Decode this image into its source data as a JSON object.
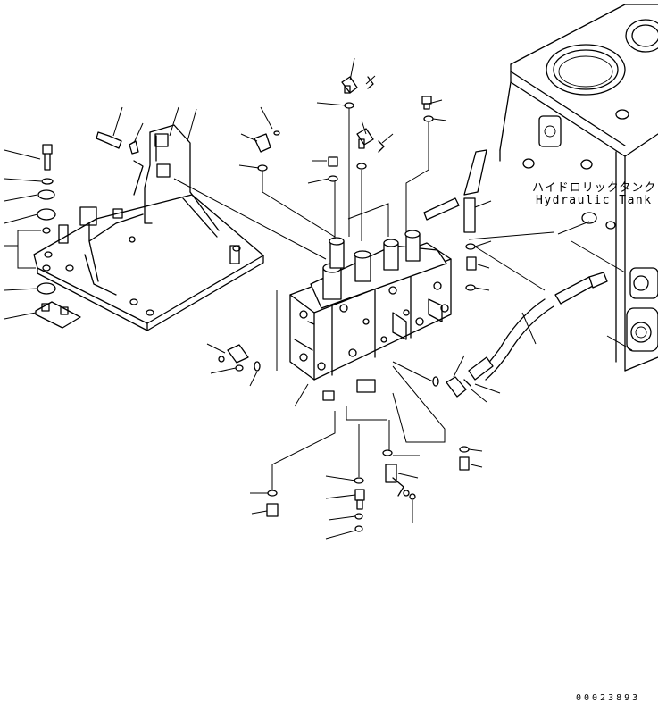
{
  "labels": {
    "tank_japanese": "ハイドロリックタンク",
    "tank_english": "Hydraulic Tank"
  },
  "document": {
    "number": "00023893"
  }
}
